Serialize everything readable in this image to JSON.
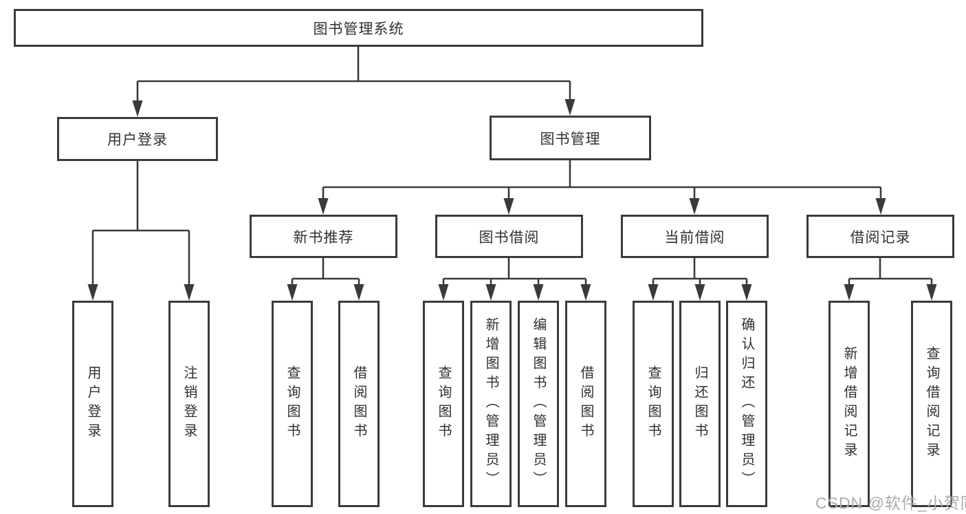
{
  "diagram": {
    "title": "图书管理系统",
    "watermark": "CSDN @软件_小贺同学",
    "nodes": {
      "root": {
        "label": "图书管理系统"
      },
      "user_login": {
        "label": "用户登录"
      },
      "book_mgmt": {
        "label": "图书管理"
      },
      "new_book_rec": {
        "label": "新书推荐"
      },
      "book_borrow": {
        "label": "图书借阅"
      },
      "current_borrow": {
        "label": "当前借阅"
      },
      "borrow_records": {
        "label": "借阅记录"
      },
      "leaf_login": {
        "label": "用户登录"
      },
      "leaf_logout": {
        "label": "注销登录"
      },
      "rec_query_book": {
        "label": "查询图书"
      },
      "rec_borrow_book": {
        "label": "借阅图书"
      },
      "bb_query_book": {
        "label": "查询图书"
      },
      "bb_add_book": {
        "label": "新增图书（管理员）"
      },
      "bb_edit_book": {
        "label": "编辑图书（管理员）"
      },
      "bb_borrow_book": {
        "label": "借阅图书"
      },
      "cb_query_book": {
        "label": "查询图书"
      },
      "cb_return_book": {
        "label": "归还图书"
      },
      "cb_confirm_return": {
        "label": "确认归还（管理员）"
      },
      "br_add_record": {
        "label": "新增借阅记录"
      },
      "br_query_record": {
        "label": "查询借阅记录"
      }
    },
    "hierarchy": {
      "图书管理系统": {
        "用户登录": [
          "用户登录",
          "注销登录"
        ],
        "图书管理": {
          "新书推荐": [
            "查询图书",
            "借阅图书"
          ],
          "图书借阅": [
            "查询图书",
            "新增图书（管理员）",
            "编辑图书（管理员）",
            "借阅图书"
          ],
          "当前借阅": [
            "查询图书",
            "归还图书",
            "确认归还（管理员）"
          ],
          "借阅记录": [
            "新增借阅记录",
            "查询借阅记录"
          ]
        }
      }
    },
    "colors": {
      "line": "#3a3a3a",
      "text": "#303030",
      "watermark_text": "#ababab",
      "background": "#ffffff"
    }
  }
}
